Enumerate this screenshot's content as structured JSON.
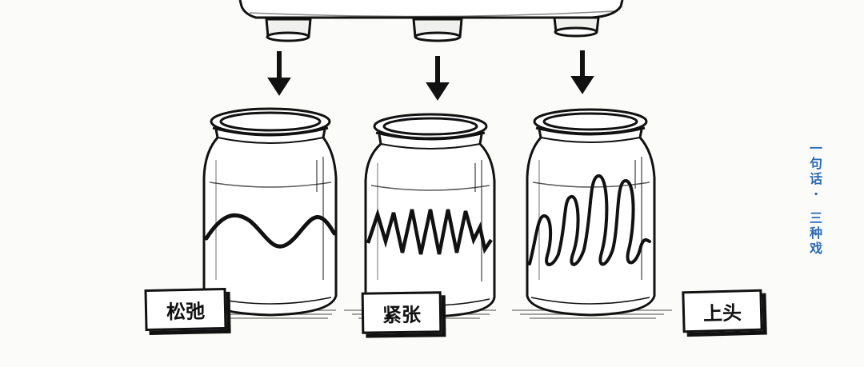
{
  "labels": {
    "jar_1": "松弛",
    "jar_2": "紧张",
    "jar_3": "上头"
  },
  "caption": {
    "part_1": [
      "一",
      "句",
      "话"
    ],
    "separator": "·",
    "part_2": [
      "三",
      "种",
      "戏"
    ]
  },
  "colors": {
    "ink": "#111111",
    "caption_blue": "#2b6ab3",
    "background": "#fbfbf9"
  },
  "icons": [
    "dispenser-machine-icon",
    "down-arrow-icon",
    "glass-jar-icon",
    "wave-line-icon",
    "zigzag-line-icon",
    "coil-line-icon"
  ]
}
